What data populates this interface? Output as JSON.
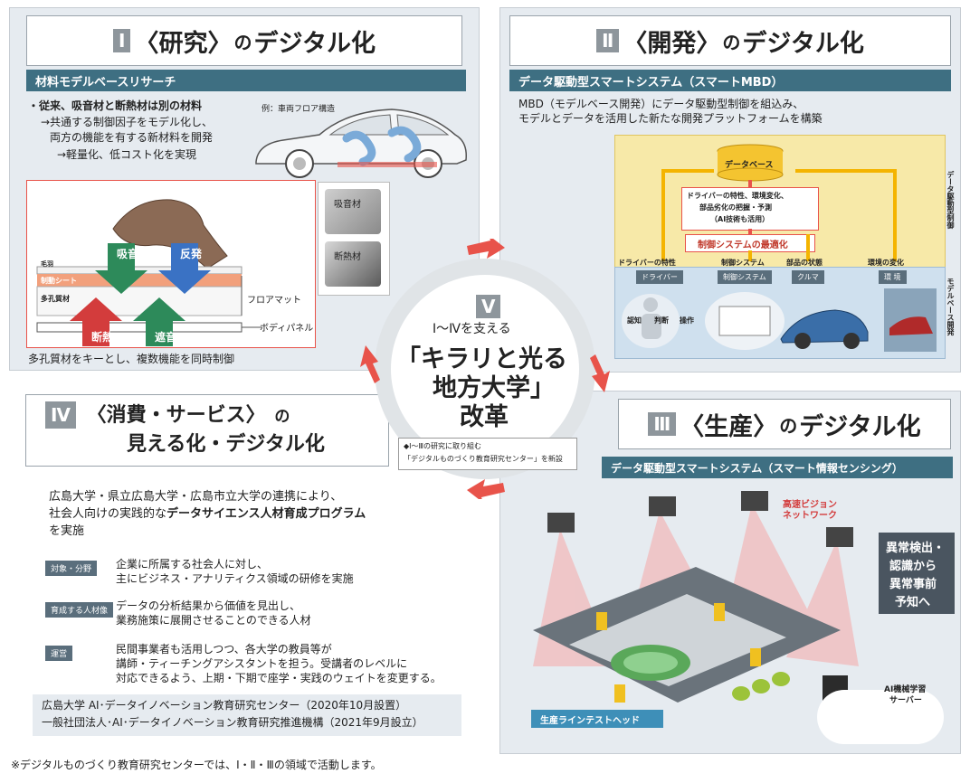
{
  "panel1": {
    "roman": "Ⅰ",
    "title_a": "〈研究〉",
    "title_b": "の",
    "title_c": "デジタル化",
    "bar": "材料モデルベースリサーチ",
    "line1": "・従来、吸音材と断熱材は別の材料",
    "line2": "→共通する制御因子をモデル化し、",
    "line3": "両方の機能を有する新材料を開発",
    "line4": "→軽量化、低コスト化を実現",
    "car_note": "例：車両フロア構造",
    "layer_top": "毛羽",
    "layer_resin": "制動シート",
    "layer_porous": "多孔質材",
    "floor_mat": "フロアマット",
    "body_panel": "ボディパネル",
    "arrow_absorb": "吸音",
    "arrow_reflect": "反発",
    "arrow_insulate": "断熱",
    "arrow_shield": "遮音",
    "sample_absorb": "吸音材",
    "sample_insulate": "断熱材",
    "footer": "多孔質材をキーとし、複数機能を同時制御"
  },
  "panel2": {
    "roman": "Ⅱ",
    "title_a": "〈開発〉",
    "title_b": "の",
    "title_c": "デジタル化",
    "bar": "データ駆動型スマートシステム（スマートMBD）",
    "desc1": "MBD（モデルベース開発）にデータ駆動型制御を組込み、",
    "desc2": "モデルとデータを活用した新たな開発プラットフォームを構築",
    "database": "データベース",
    "box_text1": "ドライバーの特性、環境変化、",
    "box_text2": "部品劣化の把握・予測",
    "box_text3": "（AI技術も活用）",
    "optimize": "制御システムの最適化",
    "col1": "ドライバーの特性",
    "col2": "制御システム",
    "col3": "部品の状態",
    "col4": "環境の変化",
    "lbl1": "ドライバー",
    "lbl2": "制御システム",
    "lbl3": "クルマ",
    "lbl4": "環 境",
    "flow1": "認知",
    "flow2": "判断",
    "flow3": "操作",
    "side_top": "データ駆動型制御",
    "side_bottom": "モデルベース開発"
  },
  "panel3": {
    "roman": "Ⅲ",
    "title_a": "〈生産〉",
    "title_b": "の",
    "title_c": "デジタル化",
    "bar": "データ駆動型スマートシステム（スマート情報センシング）",
    "vision1": "高速ビジョン",
    "vision2": "ネットワーク",
    "anomaly1": "異常検出・",
    "anomaly2": "認識から",
    "anomaly3": "異常事前",
    "anomaly4": "予知へ",
    "server1": "AI機械学習",
    "server2": "サーバー",
    "testbed": "生産ラインテストヘッド"
  },
  "panel4": {
    "roman": "Ⅳ",
    "title_line1a": "〈消費・サービス〉",
    "title_line1b": "の",
    "title_line2": "見える化・デジタル化",
    "intro1": "広島大学・県立広島大学・広島市立大学の連携により、",
    "intro2a": "社会人向けの実践的な",
    "intro2b": "データサイエンス人材育成プログラム",
    "intro3": "を実施",
    "tag1": "対象・分野",
    "tag1_l1": "企業に所属する社会人に対し、",
    "tag1_l2": "主にビジネス・アナリティクス領域の研修を実施",
    "tag2": "育成する人材像",
    "tag2_l1": "データの分析結果から価値を見出し、",
    "tag2_l2": "業務施策に展開させることのできる人材",
    "tag3": "運営",
    "tag3_l1": "民間事業者も活用しつつ、各大学の教員等が",
    "tag3_l2": "講師・ティーチングアシスタントを担う。受講者のレベルに",
    "tag3_l3": "対応できるよう、上期・下期で座学・実践のウェイトを変更する。",
    "org1": "広島大学 AI･データイノベーション教育研究センター（2020年10月設置）",
    "org2": "一般社団法人･AI･データイノベーション教育研究推進機構（2021年9月設立）"
  },
  "center": {
    "roman": "Ⅴ",
    "support": "Ⅰ～Ⅳを支える",
    "line1": "「キラリと光る",
    "line2": "地方大学」",
    "line3": "改革",
    "note1": "◆Ⅰ～Ⅲの研究に取り組む",
    "note2": "「デジタルものづくり教育研究センター」を新設"
  },
  "footnote": "※デジタルものづくり教育研究センターでは、Ⅰ・Ⅱ・Ⅲの領域で活動します。",
  "colors": {
    "bar": "#3e6f82",
    "panel": "#e6ebf0",
    "arrow_red": "#e8534a",
    "yellow": "#f7e9a8",
    "blue": "#cfe0ee"
  }
}
